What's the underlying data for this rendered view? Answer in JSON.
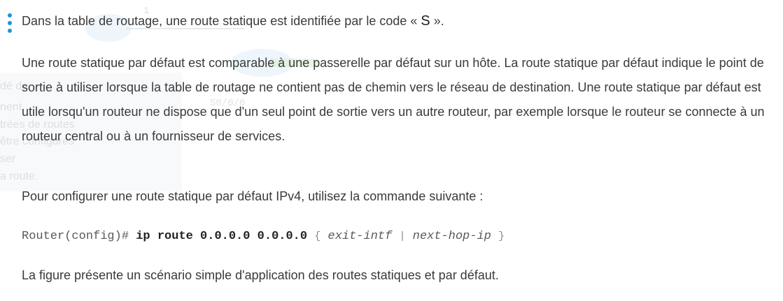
{
  "background_text": [
    "dé de",
    "nent",
    "trées de routes",
    "être configurés",
    "ser",
    "a route."
  ],
  "intro": {
    "before_code": "Dans la table de routage, une route statique est identifiée par le code « ",
    "code": "S",
    "after_code": " »."
  },
  "definition_paragraph": "Une route statique par défaut est comparable à une passerelle par défaut sur un hôte. La route statique par défaut indique le point de sortie à utiliser lorsque la table de routage ne contient pas de chemin vers le réseau de destination. Une route statique par défaut est utile lorsqu'un routeur ne dispose que d'un seul point de sortie vers un autre routeur, par exemple lorsque le routeur se connecte à un routeur central ou à un fournisseur de services.",
  "config_intro": "Pour configurer une route statique par défaut IPv4, utilisez la commande suivante :",
  "command": {
    "prompt": "Router(config)#",
    "keywords": "ip route 0.0.0.0 0.0.0.0",
    "open_brace": "{",
    "arg1": "exit-intf",
    "separator": "|",
    "arg2": "next-hop-ip",
    "close_brace": "}"
  },
  "figure_caption": "La figure présente un scénario simple d'application des routes statiques et par défaut.",
  "colors": {
    "text": "#3a3a3a",
    "bullet": "#1a96d4",
    "ghost": "#c4ccd3"
  }
}
